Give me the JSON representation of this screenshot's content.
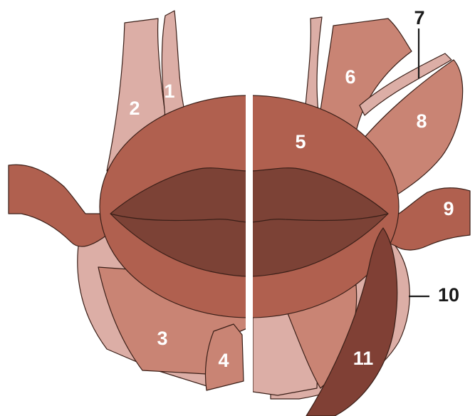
{
  "diagram": {
    "labels": [
      {
        "id": "1",
        "text": "1"
      },
      {
        "id": "2",
        "text": "2"
      },
      {
        "id": "3",
        "text": "3"
      },
      {
        "id": "4",
        "text": "4"
      },
      {
        "id": "5",
        "text": "5"
      },
      {
        "id": "6",
        "text": "6"
      },
      {
        "id": "7",
        "text": "7"
      },
      {
        "id": "8",
        "text": "8"
      },
      {
        "id": "9",
        "text": "9"
      },
      {
        "id": "10",
        "text": "10"
      },
      {
        "id": "11",
        "text": "11"
      }
    ],
    "colors": {
      "light": "#dcaea6",
      "mid": "#c98474",
      "dark": "#b0604f",
      "lip": "#7c4236",
      "deep": "#804035"
    }
  }
}
